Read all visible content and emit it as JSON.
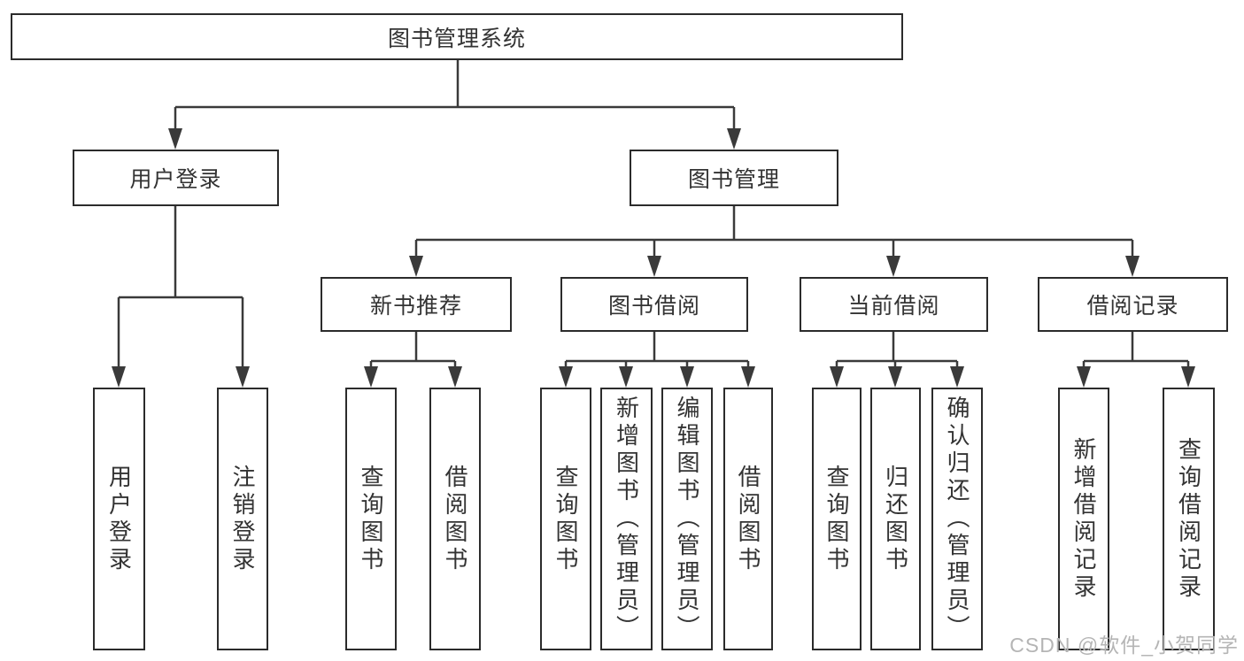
{
  "diagram": {
    "title_node": {
      "label": "图书管理系统"
    },
    "level2": [
      {
        "id": "user-login",
        "label": "用户登录"
      },
      {
        "id": "book-management",
        "label": "图书管理"
      }
    ],
    "level3": [
      {
        "id": "new-book-recommend",
        "label": "新书推荐"
      },
      {
        "id": "book-borrow",
        "label": "图书借阅"
      },
      {
        "id": "current-borrow",
        "label": "当前借阅"
      },
      {
        "id": "borrow-records",
        "label": "借阅记录"
      }
    ],
    "leaves": {
      "user_login": [
        {
          "label": "用户登录"
        },
        {
          "label": "注销登录"
        }
      ],
      "new_book_recommend": [
        {
          "label": "查询图书"
        },
        {
          "label": "借阅图书"
        }
      ],
      "book_borrow": [
        {
          "label": "查询图书"
        },
        {
          "label": "新增图书（管理员）"
        },
        {
          "label": "编辑图书（管理员）"
        },
        {
          "label": "借阅图书"
        }
      ],
      "current_borrow": [
        {
          "label": "查询图书"
        },
        {
          "label": "归还图书"
        },
        {
          "label": "确认归还（管理员）"
        }
      ],
      "borrow_records": [
        {
          "label": "新增借阅记录"
        },
        {
          "label": "查询借阅记录"
        }
      ]
    },
    "colors": {
      "line": "#3a3a3a",
      "box_border": "#2b2b2b",
      "text": "#333333"
    }
  },
  "watermark": {
    "text": "CSDN @软件_小贺同学",
    "color": "#b5b5b5"
  }
}
